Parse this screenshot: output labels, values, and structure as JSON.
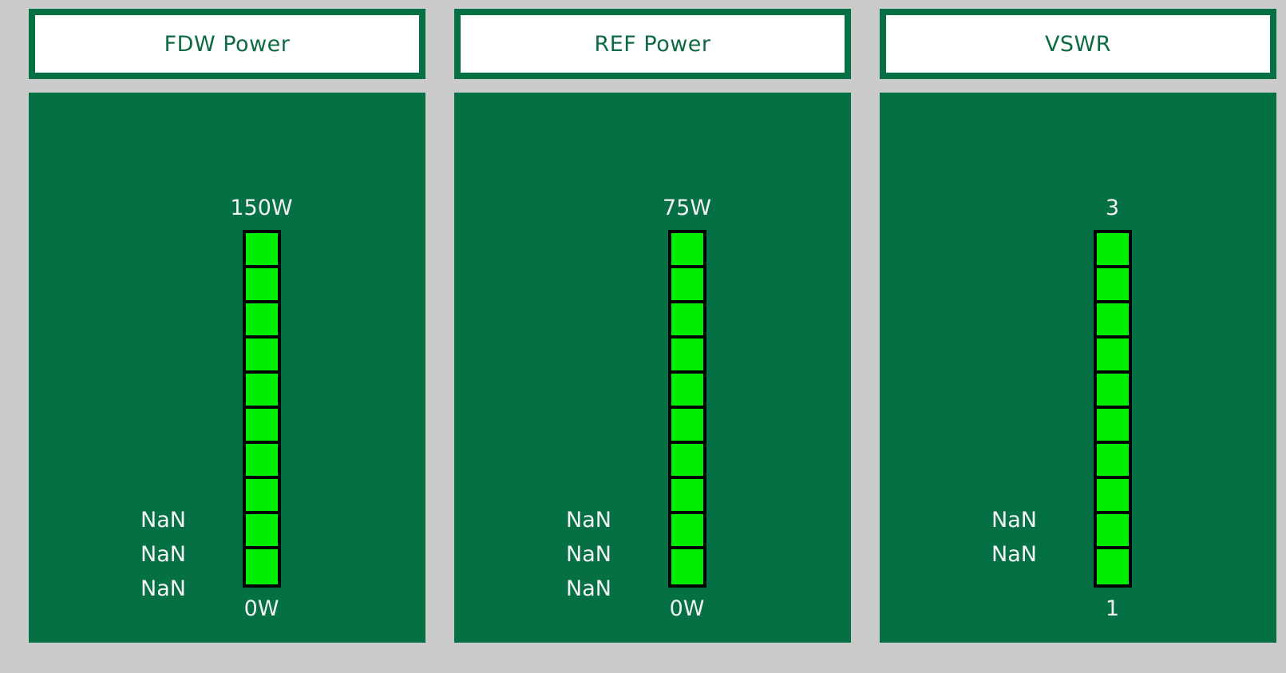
{
  "app": {
    "background_color": "#cbcbcb",
    "panel_color": "#047044",
    "accent_color": "#0d6b43",
    "segment_color": "#00ee00",
    "frame_color": "#000000",
    "text_color": "#f2f2f2"
  },
  "panels": [
    {
      "id": "fdw-power",
      "title": "FDW Power",
      "scale_max": "150W",
      "scale_min": "0W",
      "segment_count": 10,
      "segments_lit": 10,
      "readouts": [
        "NaN",
        "NaN",
        "NaN"
      ]
    },
    {
      "id": "ref-power",
      "title": "REF Power",
      "scale_max": "75W",
      "scale_min": "0W",
      "segment_count": 10,
      "segments_lit": 10,
      "readouts": [
        "NaN",
        "NaN",
        "NaN"
      ]
    },
    {
      "id": "vswr",
      "title": "VSWR",
      "scale_max": "3",
      "scale_min": "1",
      "segment_count": 10,
      "segments_lit": 10,
      "readouts": [
        "NaN",
        "NaN"
      ]
    }
  ]
}
